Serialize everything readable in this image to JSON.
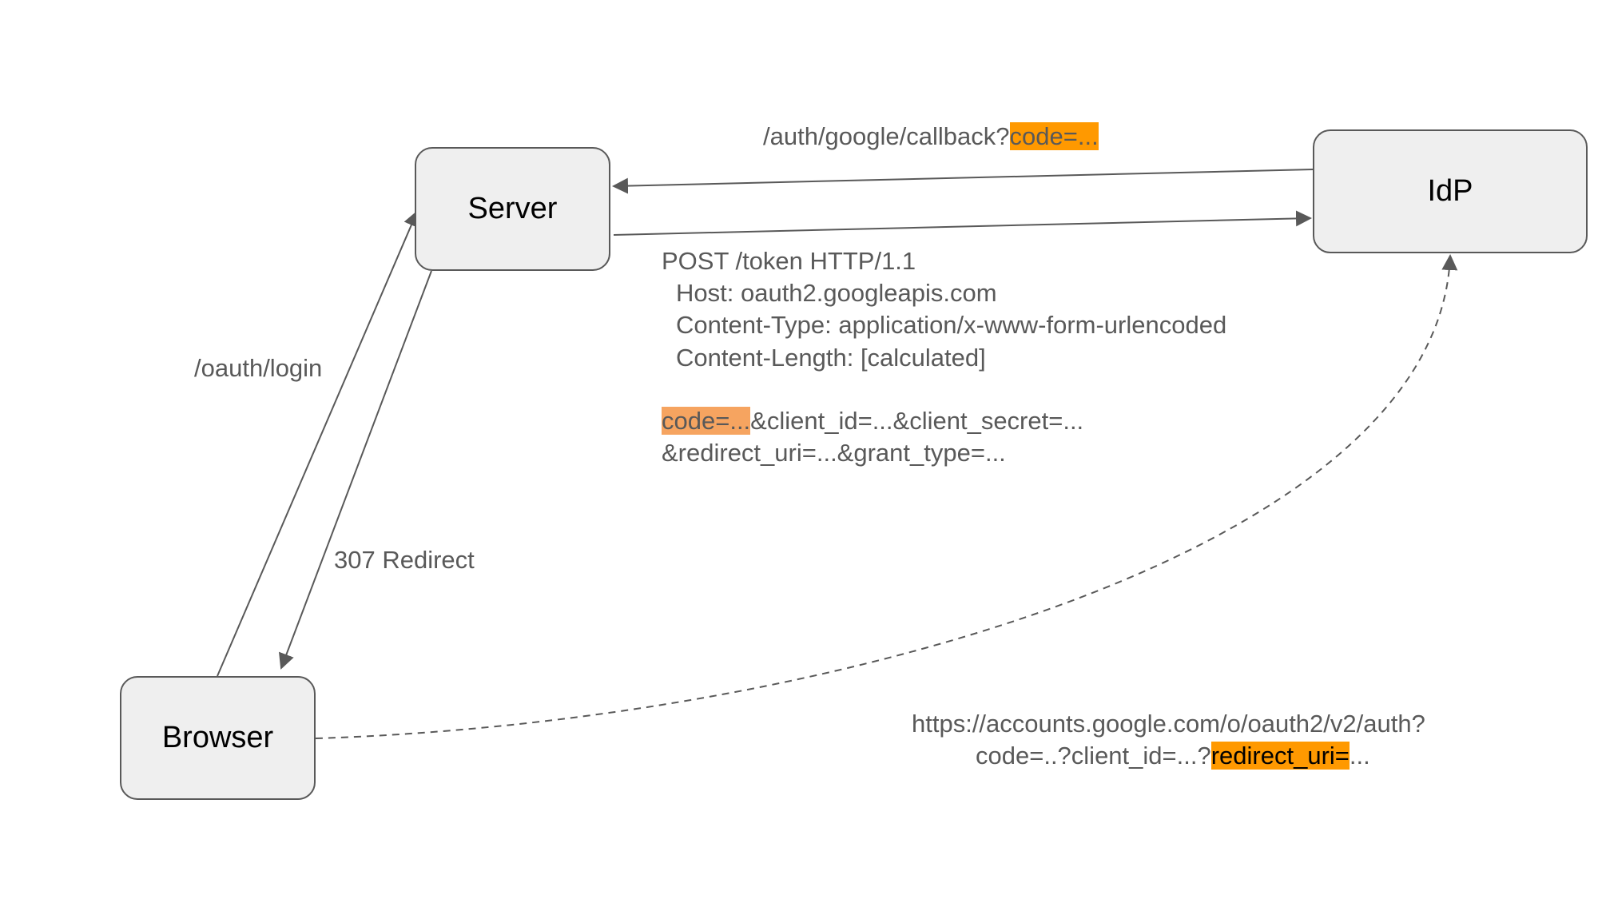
{
  "nodes": {
    "server": "Server",
    "idp": "IdP",
    "browser": "Browser"
  },
  "edges": {
    "callback": {
      "text": "/auth/google/callback?",
      "highlight": "code=..."
    },
    "token_post": {
      "line1": "POST /token HTTP/1.1",
      "line2": "Host: oauth2.googleapis.com",
      "line3": "Content-Type: application/x-www-form-urlencoded",
      "line4": "Content-Length: [calculated]",
      "body_highlight": "code=...",
      "body_rest": "&client_id=...&client_secret=...",
      "body_line2": "&redirect_uri=...&grant_type=..."
    },
    "login": "/oauth/login",
    "redirect": "307 Redirect",
    "auth_url": {
      "line1": "https://accounts.google.com/o/oauth2/v2/auth?",
      "line2_prefix": "code=..?client_id=...?",
      "line2_highlight": "redirect_uri=",
      "line2_suffix": "..."
    }
  },
  "colors": {
    "box_fill": "#efefef",
    "box_border": "#595959",
    "text": "#595959",
    "highlight_orange": "#ff9900",
    "highlight_peach": "#f6a460"
  }
}
